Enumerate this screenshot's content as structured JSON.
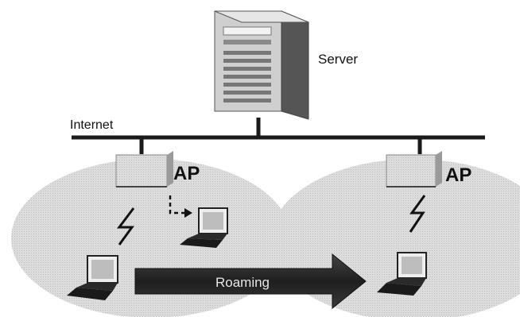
{
  "diagram": {
    "server_label": "Server",
    "internet_label": "Internet",
    "access_points": [
      {
        "label": "AP"
      },
      {
        "label": "AP"
      }
    ],
    "roaming_label": "Roaming",
    "colors": {
      "background": "#ffffff",
      "coverage_area": "#d6d6d6",
      "roaming_arrow": "#2b2b2b",
      "roaming_text": "#e8e8e8",
      "line": "#1a1a1a"
    },
    "icons": {
      "server": "server-tower-icon",
      "access_point": "access-point-icon",
      "laptop": "laptop-icon",
      "wireless_link": "lightning-bolt-icon"
    }
  }
}
